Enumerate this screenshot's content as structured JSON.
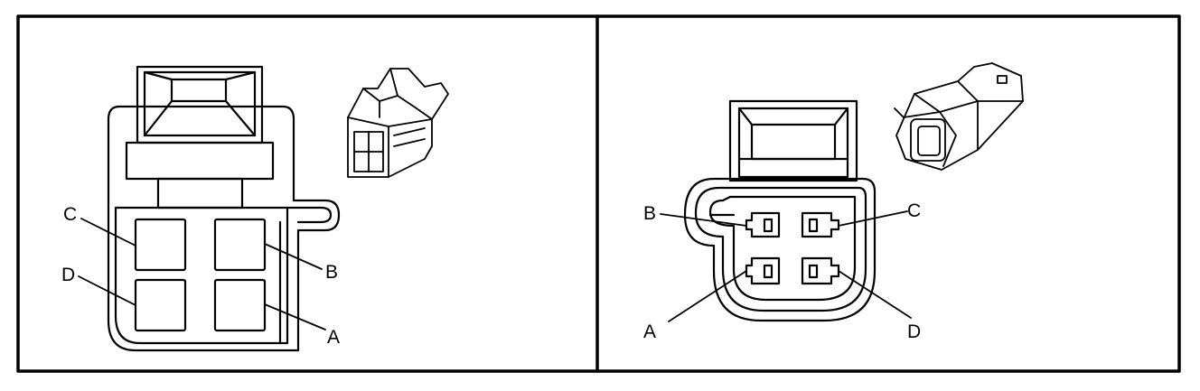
{
  "colors": {
    "ink": "#000000",
    "paper": "#ffffff"
  },
  "left_panel": {
    "labels": {
      "c": "C",
      "d": "D",
      "b": "B",
      "a": "A"
    }
  },
  "right_panel": {
    "labels": {
      "b": "B",
      "c": "C",
      "a": "A",
      "d": "D"
    }
  }
}
